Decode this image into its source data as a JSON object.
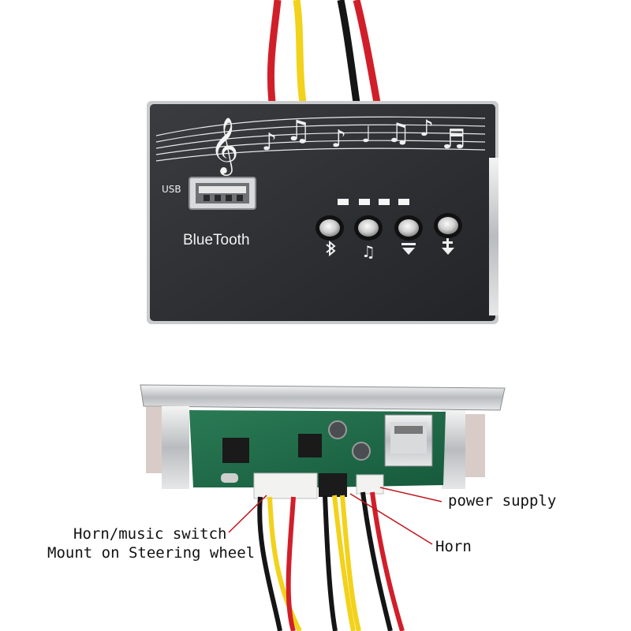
{
  "panel": {
    "usb_label": "USB",
    "brand_label": "BlueTooth"
  },
  "buttons": [
    {
      "name": "bluetooth",
      "icon": "bluetooth-icon"
    },
    {
      "name": "music",
      "icon": "music-note-icon"
    },
    {
      "name": "volume-down",
      "icon": "volume-down-icon"
    },
    {
      "name": "volume-up",
      "icon": "volume-up-icon"
    }
  ],
  "callouts": {
    "power_supply": "power supply",
    "horn": "Horn",
    "switch_line1": "Horn/music switch",
    "switch_line2": "Mount on Steering wheel"
  },
  "colors": {
    "panel": "#2b2d30",
    "wire_red": "#d11f2a",
    "wire_yellow": "#f2d21a",
    "wire_black": "#151515",
    "pcb": "#1f6e4c",
    "arrow": "#c0141c"
  }
}
